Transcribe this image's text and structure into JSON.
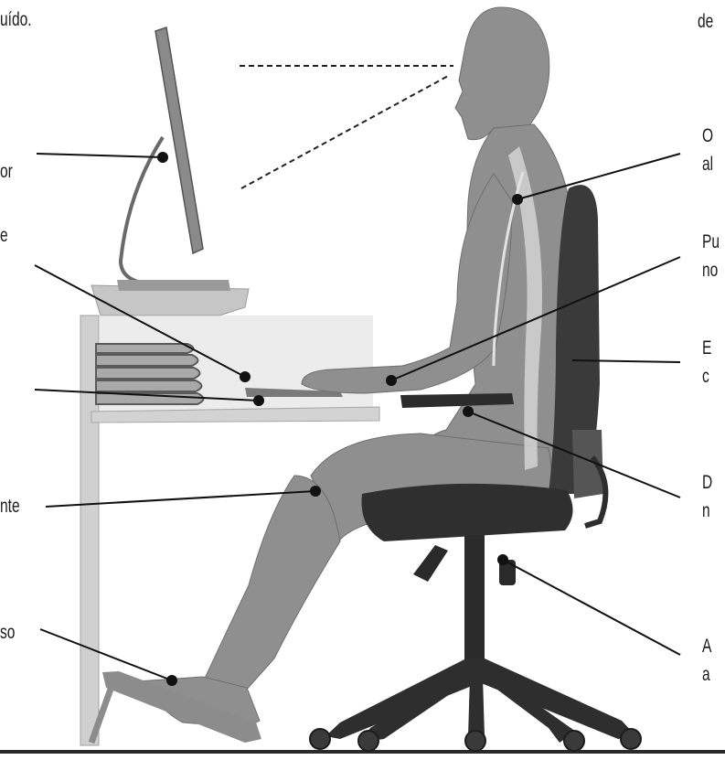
{
  "labels": {
    "top_left": "uído.",
    "top_right": "de",
    "left_1": "or",
    "left_2": "e",
    "left_3": "nte",
    "left_4": "so",
    "right_1": "O\nal",
    "right_2": "Pu\nno",
    "right_3": "E\nc",
    "right_4": "D\nn",
    "right_5": "A\na"
  },
  "colors": {
    "ink": "#1b1b1b",
    "figure": "#8f8f8f",
    "desk": "#c8c8c8",
    "chair": "#3a3a3a",
    "spine": "#cfcfcf"
  }
}
